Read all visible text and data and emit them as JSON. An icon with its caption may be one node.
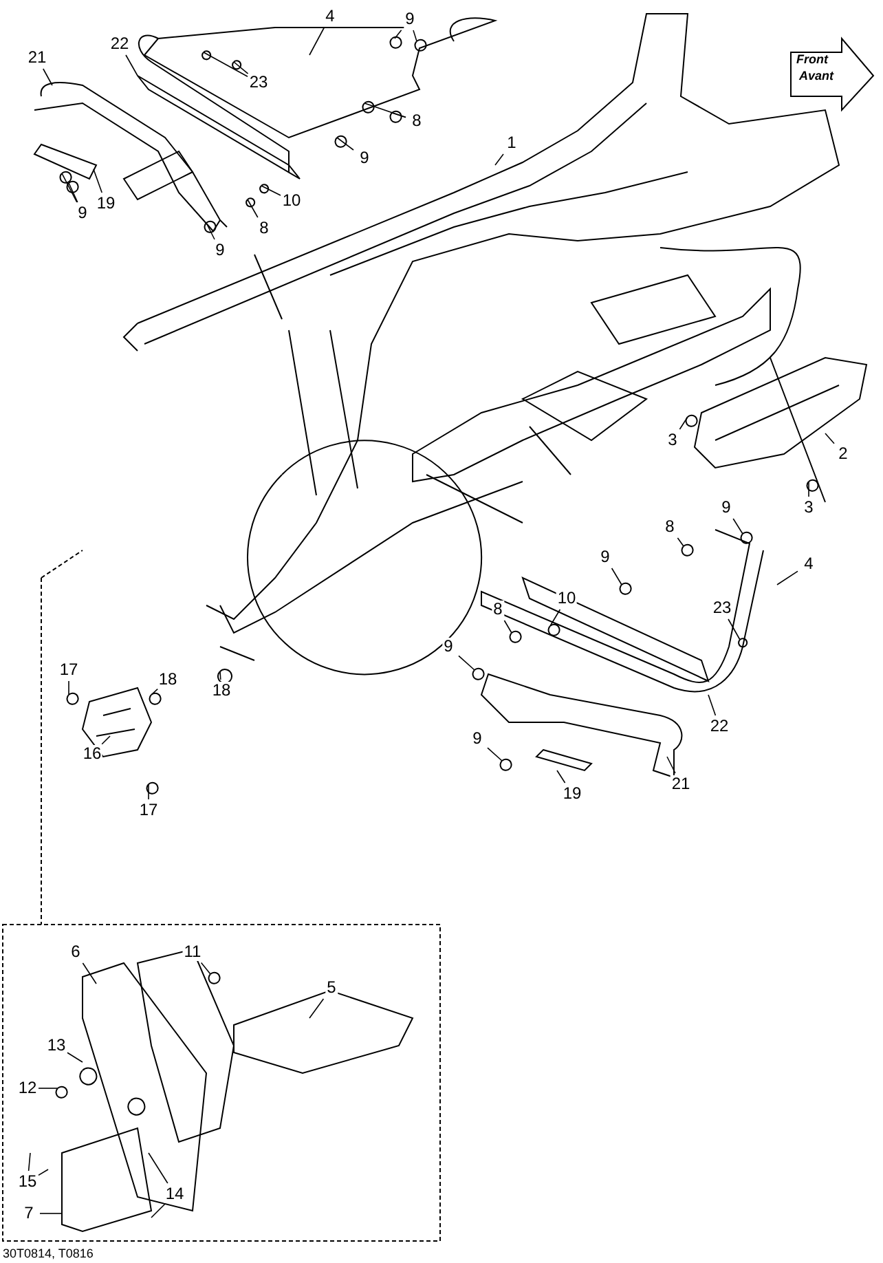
{
  "diagram": {
    "nodes": [
      {
        "text": [
          "4"
        ]
      },
      {
        "text": [
          "9"
        ]
      },
      {
        "text": [
          "21"
        ]
      },
      {
        "text": [
          "22"
        ]
      },
      {
        "text": [
          "23"
        ]
      },
      {
        "text": [
          "8"
        ]
      },
      {
        "text": [
          "1"
        ]
      },
      {
        "text": [
          "9"
        ]
      },
      {
        "text": [
          "19"
        ]
      },
      {
        "text": [
          "10"
        ]
      },
      {
        "text": [
          "9"
        ]
      },
      {
        "text": [
          "8"
        ]
      },
      {
        "text": [
          "9"
        ]
      },
      {
        "text": [
          "3"
        ]
      },
      {
        "text": [
          "2"
        ]
      },
      {
        "text": [
          "3"
        ]
      },
      {
        "text": [
          "8"
        ]
      },
      {
        "text": [
          "9"
        ]
      },
      {
        "text": [
          "4"
        ]
      },
      {
        "text": [
          "9"
        ]
      },
      {
        "text": [
          "10"
        ]
      },
      {
        "text": [
          "23"
        ]
      },
      {
        "text": [
          "8"
        ]
      },
      {
        "text": [
          "9"
        ]
      },
      {
        "text": [
          "22"
        ]
      },
      {
        "text": [
          "9"
        ]
      },
      {
        "text": [
          "19"
        ]
      },
      {
        "text": [
          "21"
        ]
      },
      {
        "text": [
          "18"
        ]
      },
      {
        "text": [
          "17"
        ]
      },
      {
        "text": [
          "18"
        ]
      },
      {
        "text": [
          "16"
        ]
      },
      {
        "text": [
          "17"
        ]
      },
      {
        "text": [
          "6"
        ]
      },
      {
        "text": [
          "11"
        ]
      },
      {
        "text": [
          "5"
        ]
      },
      {
        "text": [
          "13"
        ]
      },
      {
        "text": [
          "12"
        ]
      },
      {
        "text": [
          "15"
        ]
      },
      {
        "text": [
          "14"
        ]
      },
      {
        "text": [
          "7"
        ]
      }
    ],
    "edges": [
      {
        "from": 0,
        "to": null,
        "arrow": "none"
      },
      {
        "from": 1,
        "to": null,
        "arrow": "none"
      },
      {
        "from": 1,
        "to": null,
        "arrow": "none"
      },
      {
        "from": 2,
        "to": null,
        "arrow": "none"
      },
      {
        "from": 3,
        "to": null,
        "arrow": "none"
      },
      {
        "from": 4,
        "to": null,
        "arrow": "none"
      },
      {
        "from": 4,
        "to": null,
        "arrow": "none"
      },
      {
        "from": 5,
        "to": null,
        "arrow": "none"
      },
      {
        "from": 5,
        "to": null,
        "arrow": "none"
      },
      {
        "from": 6,
        "to": null,
        "arrow": "none"
      },
      {
        "from": 7,
        "to": null,
        "arrow": "none"
      },
      {
        "from": 8,
        "to": null,
        "arrow": "none"
      },
      {
        "from": 9,
        "to": null,
        "arrow": "none"
      },
      {
        "from": 10,
        "to": null,
        "arrow": "none"
      },
      {
        "from": 10,
        "to": null,
        "arrow": "none"
      },
      {
        "from": 11,
        "to": null,
        "arrow": "none"
      },
      {
        "from": 12,
        "to": null,
        "arrow": "none"
      },
      {
        "from": 13,
        "to": null,
        "arrow": "none"
      },
      {
        "from": 14,
        "to": null,
        "arrow": "none"
      },
      {
        "from": 15,
        "to": null,
        "arrow": "none"
      },
      {
        "from": 16,
        "to": null,
        "arrow": "none"
      },
      {
        "from": 17,
        "to": null,
        "arrow": "none"
      },
      {
        "from": 18,
        "to": null,
        "arrow": "none"
      },
      {
        "from": 19,
        "to": null,
        "arrow": "none"
      },
      {
        "from": 20,
        "to": null,
        "arrow": "none"
      },
      {
        "from": 21,
        "to": null,
        "arrow": "none"
      },
      {
        "from": 22,
        "to": null,
        "arrow": "none"
      },
      {
        "from": 23,
        "to": null,
        "arrow": "none"
      },
      {
        "from": 24,
        "to": null,
        "arrow": "none"
      },
      {
        "from": 25,
        "to": null,
        "arrow": "none"
      },
      {
        "from": 26,
        "to": null,
        "arrow": "none"
      },
      {
        "from": 27,
        "to": null,
        "arrow": "none"
      },
      {
        "from": 28,
        "to": null,
        "arrow": "none"
      },
      {
        "from": 29,
        "to": null,
        "arrow": "none"
      },
      {
        "from": 30,
        "to": null,
        "arrow": "none"
      },
      {
        "from": 31,
        "to": null,
        "arrow": "none"
      },
      {
        "from": 32,
        "to": null,
        "arrow": "none"
      },
      {
        "from": 33,
        "to": null,
        "arrow": "none"
      },
      {
        "from": 34,
        "to": null,
        "arrow": "none"
      },
      {
        "from": 35,
        "to": null,
        "arrow": "none"
      },
      {
        "from": 36,
        "to": null,
        "arrow": "none"
      },
      {
        "from": 37,
        "to": null,
        "arrow": "none"
      },
      {
        "from": 38,
        "to": null,
        "arrow": "none"
      },
      {
        "from": 38,
        "to": null,
        "arrow": "none"
      },
      {
        "from": 39,
        "to": null,
        "arrow": "none"
      },
      {
        "from": 39,
        "to": null,
        "arrow": "none"
      },
      {
        "from": 40,
        "to": null,
        "arrow": "none"
      }
    ],
    "labels": [
      "Front",
      "Avant",
      "30T0814, T0816"
    ]
  }
}
